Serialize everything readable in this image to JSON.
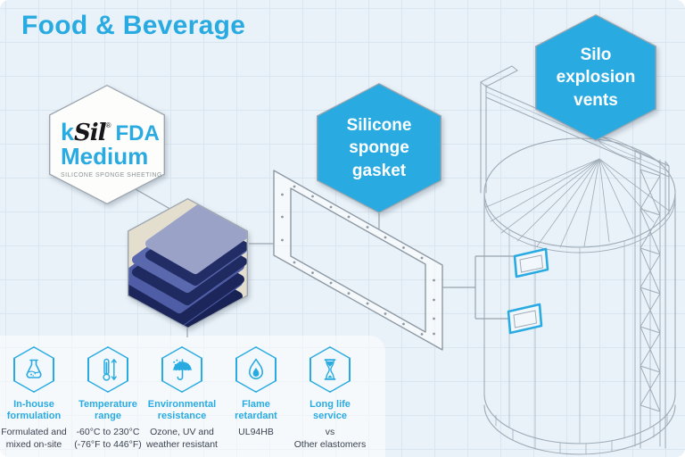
{
  "title": "Food & Beverage",
  "badge": {
    "k": "k",
    "sil": "Sil",
    "reg": "®",
    "fda": "FDA",
    "line2": "Medium",
    "tagline": "SILICONE SPONGE SHEETING"
  },
  "callouts": {
    "gasket": "Silicone\nsponge\ngasket",
    "silo": "Silo\nexplosion\nvents"
  },
  "features": [
    {
      "icon": "flask-icon",
      "title": "In-house\nformulation",
      "desc": "Formulated and\nmixed on-site"
    },
    {
      "icon": "thermometer-icon",
      "title": "Temperature\nrange",
      "desc": "-60°C to 230°C\n(-76°F to 446°F)"
    },
    {
      "icon": "umbrella-rain-icon",
      "title": "Environmental\nresistance",
      "desc": "Ozone, UV and\nweather resistant"
    },
    {
      "icon": "flame-icon",
      "title": "Flame\nretardant",
      "desc": "UL94HB"
    },
    {
      "icon": "hourglass-icon",
      "title": "Long life\nservice",
      "desc": "vs\nOther elastomers"
    }
  ],
  "colors": {
    "accent": "#29abe2",
    "line_art": "#9fabb6",
    "dark_text": "#3a4350",
    "sponge_beige": "#e3decd",
    "background": "#eaf2f9"
  }
}
